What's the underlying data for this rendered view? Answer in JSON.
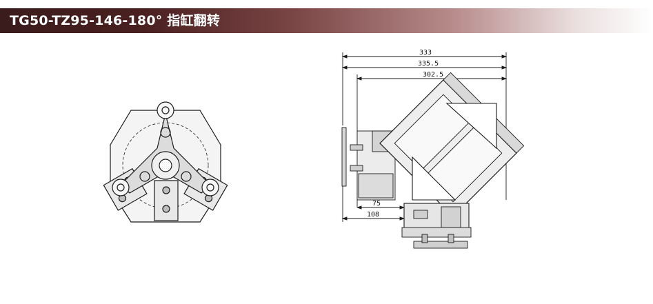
{
  "header": {
    "title": "TG50-TZ95-146-180° 指缸翻转"
  },
  "dimensions": {
    "overall_333": "333",
    "overall_335_5": "335.5",
    "overall_302_5": "302.5",
    "offset_75": "75",
    "offset_108": "108"
  },
  "colors": {
    "title_bar_dark": "#3a1c1c",
    "line": "#1a1a1a"
  }
}
